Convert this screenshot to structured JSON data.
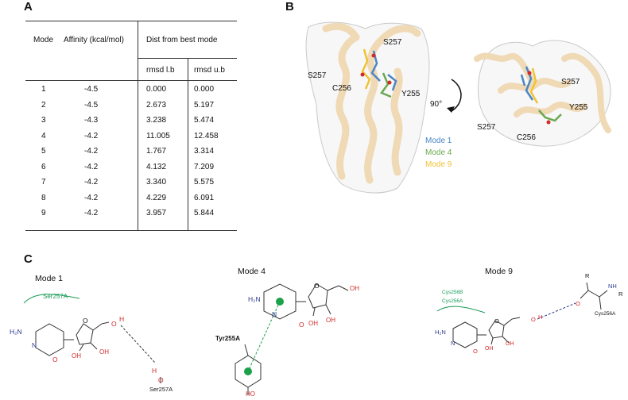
{
  "panels": {
    "a": "A",
    "b": "B",
    "c": "C"
  },
  "table": {
    "headers": {
      "mode": "Mode",
      "affinity": "Affinity (kcal/mol)",
      "dist": "Dist from best mode",
      "rmsd_lb": "rmsd l.b",
      "rmsd_ub": "rmsd u.b"
    },
    "rows": [
      {
        "mode": "1",
        "affinity": "-4.5",
        "lb": "0.000",
        "ub": "0.000"
      },
      {
        "mode": "2",
        "affinity": "-4.5",
        "lb": "2.673",
        "ub": "5.197"
      },
      {
        "mode": "3",
        "affinity": "-4.3",
        "lb": "3.238",
        "ub": "5.474"
      },
      {
        "mode": "4",
        "affinity": "-4.2",
        "lb": "11.005",
        "ub": "12.458"
      },
      {
        "mode": "5",
        "affinity": "-4.2",
        "lb": "1.767",
        "ub": "3.314"
      },
      {
        "mode": "6",
        "affinity": "-4.2",
        "lb": "4.132",
        "ub": "7.209"
      },
      {
        "mode": "7",
        "affinity": "-4.2",
        "lb": "3.340",
        "ub": "5.575"
      },
      {
        "mode": "8",
        "affinity": "-4.2",
        "lb": "4.229",
        "ub": "6.091"
      },
      {
        "mode": "9",
        "affinity": "-4.2",
        "lb": "3.957",
        "ub": "5.844"
      }
    ]
  },
  "structure": {
    "left": {
      "s257_top": "S257",
      "s257_left": "S257",
      "c256": "C256",
      "y255": "Y255"
    },
    "rotation": "90°",
    "right": {
      "s257_top": "S257",
      "y255": "Y255",
      "s257_bottom": "S257",
      "c256": "C256"
    },
    "legend": [
      {
        "label": "Mode 1",
        "color": "#4a86c5"
      },
      {
        "label": "Mode 4",
        "color": "#6aa84f"
      },
      {
        "label": "Mode 9",
        "color": "#f1c232"
      }
    ],
    "ribbon_color": "#f0d9b5"
  },
  "interactions": {
    "mode1": {
      "title": "Mode 1",
      "arc_label": "Ser257A",
      "h2n": "H₂N",
      "n": "N",
      "o": "O",
      "oh1": "OH",
      "oh2": "OH",
      "o_ring": "O",
      "o_h": "O",
      "h": "H",
      "h2": "H",
      "o2": "O",
      "residue": "Ser257A"
    },
    "mode4": {
      "title": "Mode 4",
      "h2n": "H₂N",
      "n": "N",
      "o": "O",
      "oh1": "OH",
      "oh2": "OH",
      "oh3": "OH",
      "o_ring": "O",
      "residue": "Tyr255A",
      "ho": "HO"
    },
    "mode9": {
      "title": "Mode 9",
      "arc_label1": "Cys256B",
      "arc_label2": "Cys256A",
      "h2n": "H₂N",
      "n": "N",
      "o": "O",
      "oh1": "OH",
      "oh2": "OH",
      "o_ring": "O",
      "o_h": "O",
      "h": "H",
      "r1": "R",
      "r2": "R",
      "nh": "NH",
      "o_top": "O",
      "residue": "Cys256A"
    },
    "colors": {
      "arc": "#1a9b5a",
      "hbond": "#333333",
      "pi": "#1aa14a",
      "nitrogen": "#2b3a8f",
      "oxygen": "#d12a2a"
    }
  }
}
